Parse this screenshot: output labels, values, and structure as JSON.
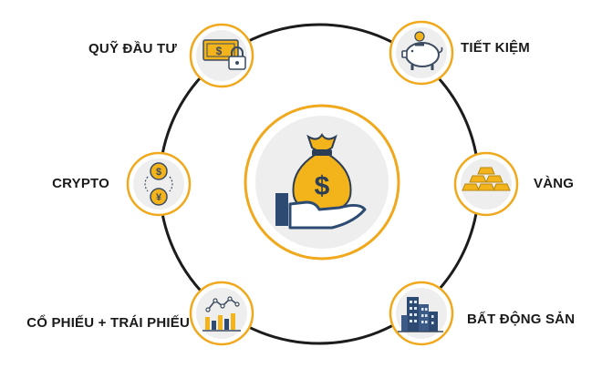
{
  "colors": {
    "ring": "#1c1c1c",
    "node_border": "#f0a81c",
    "icon_fill": "#f3b41b",
    "icon_fill_dark": "#d9961a",
    "icon_line": "#5a6a7e",
    "icon_bg": "#eeeeee",
    "hand": "#2c4a72"
  },
  "center": {
    "icon": "money-bag-hand-icon",
    "symbol": "$"
  },
  "nodes": [
    {
      "key": "quy",
      "label": "QUỸ ĐẦU TƯ",
      "icon": "banknote-lock-icon"
    },
    {
      "key": "tiet",
      "label": "TIẾT KIỆM",
      "icon": "piggy-bank-icon"
    },
    {
      "key": "crypto",
      "label": "CRYPTO",
      "icon": "crypto-coins-icon",
      "symbols": [
        "$",
        "¥"
      ]
    },
    {
      "key": "vang",
      "label": "VÀNG",
      "icon": "gold-bars-icon"
    },
    {
      "key": "cophieu",
      "label": "CỔ PHIẾU + TRÁI PHIẾU",
      "icon": "stock-chart-icon"
    },
    {
      "key": "bds",
      "label": "BẤT ĐỘNG SẢN",
      "icon": "buildings-icon"
    }
  ]
}
